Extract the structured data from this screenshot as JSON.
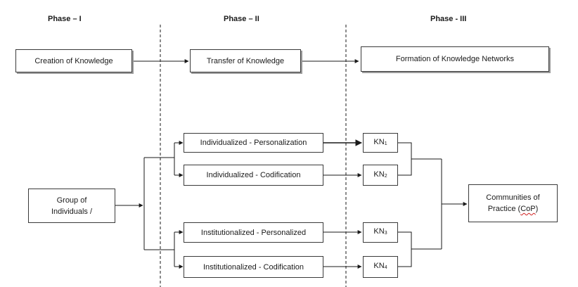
{
  "phases": [
    "Phase – I",
    "Phase – II",
    "Phase - III"
  ],
  "top_row": {
    "creation": "Creation of Knowledge",
    "transfer": "Transfer of Knowledge",
    "formation": "Formation of Knowledge Networks"
  },
  "group": {
    "line1": "Group of",
    "line2": "Individuals /"
  },
  "strategies": [
    "Individualized - Personalization",
    "Individualized - Codification",
    "Institutionalized - Personalized",
    "Institutionalized - Codification"
  ],
  "knowledge_networks": [
    {
      "base": "KN",
      "sub": "1"
    },
    {
      "base": "KN",
      "sub": "2"
    },
    {
      "base": "KN",
      "sub": "3"
    },
    {
      "base": "KN",
      "sub": "4"
    }
  ],
  "cop": {
    "line1": "Communities of",
    "line2_prefix": "Practice (",
    "line2_word": "CoP",
    "line2_suffix": ")"
  },
  "colors": {
    "line": "#1a1a1a",
    "border": "#3a3a3a",
    "shadow": "#9a9a9a"
  }
}
